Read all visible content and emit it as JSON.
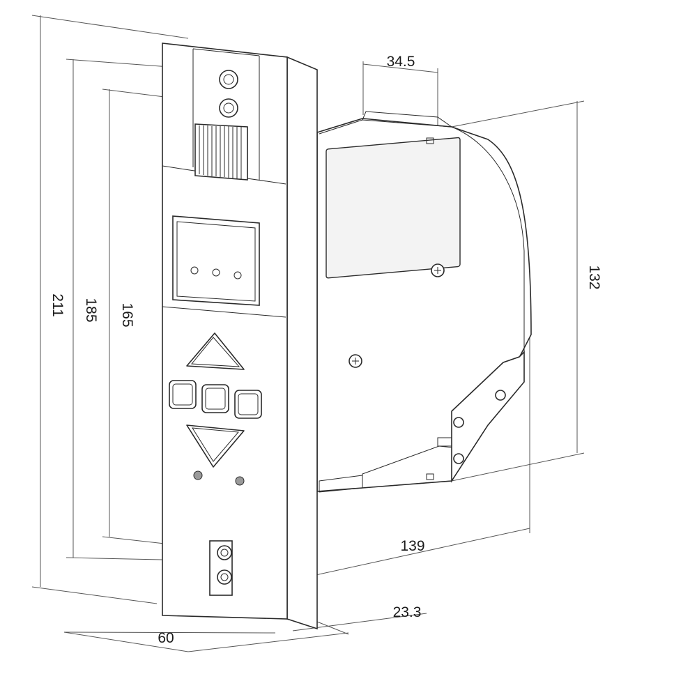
{
  "dimensions": {
    "overall_height": "211",
    "height_185": "185",
    "height_165": "165",
    "depth_top": "34.5",
    "body_height": "132",
    "body_depth": "139",
    "offset": "23.3",
    "width": "60"
  },
  "icons": {
    "screw": "screw-icon",
    "led": "led-icon",
    "arrow_up": "up-arrow-icon",
    "arrow_down": "down-arrow-icon"
  },
  "colors": {
    "line": "#2a2a2a",
    "background": "#ffffff"
  }
}
